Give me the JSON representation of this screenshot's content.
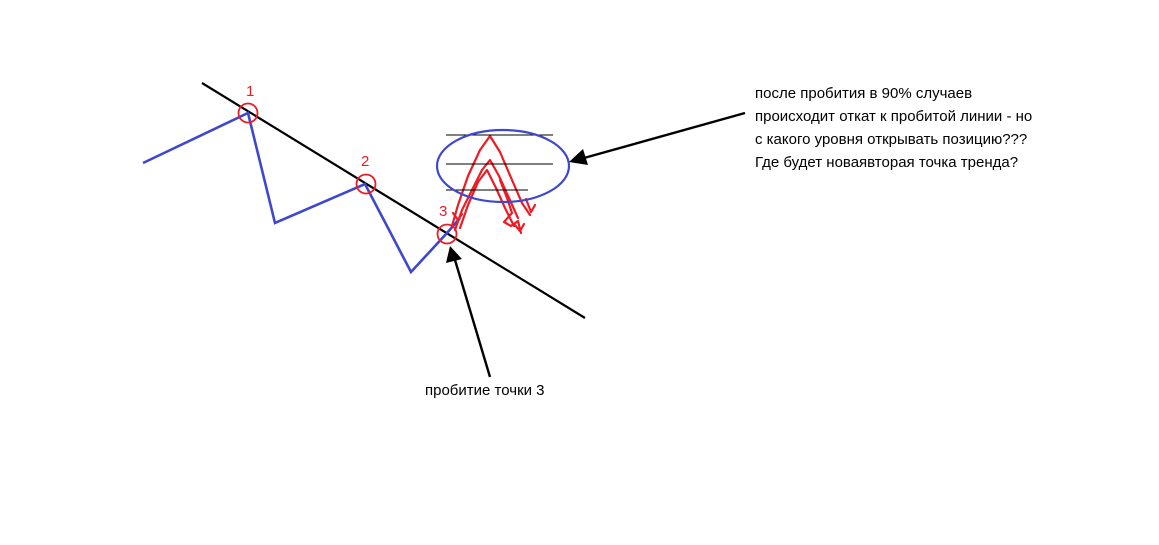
{
  "colors": {
    "trendline": "#000000",
    "price": "#3f48cc",
    "marker": "#ed1c24",
    "annotation": "#000000",
    "background": "#ffffff"
  },
  "points": [
    {
      "label": "1"
    },
    {
      "label": "2"
    },
    {
      "label": "3"
    }
  ],
  "note_top": {
    "lines": [
      "после пробития в 90% случаев",
      "происходит откат к пробитой линии - но",
      "с какого уровня открывать позицию???",
      "Где будет новаявторая точка тренда?"
    ]
  },
  "note_bottom": {
    "text": "пробитие точки 3"
  }
}
